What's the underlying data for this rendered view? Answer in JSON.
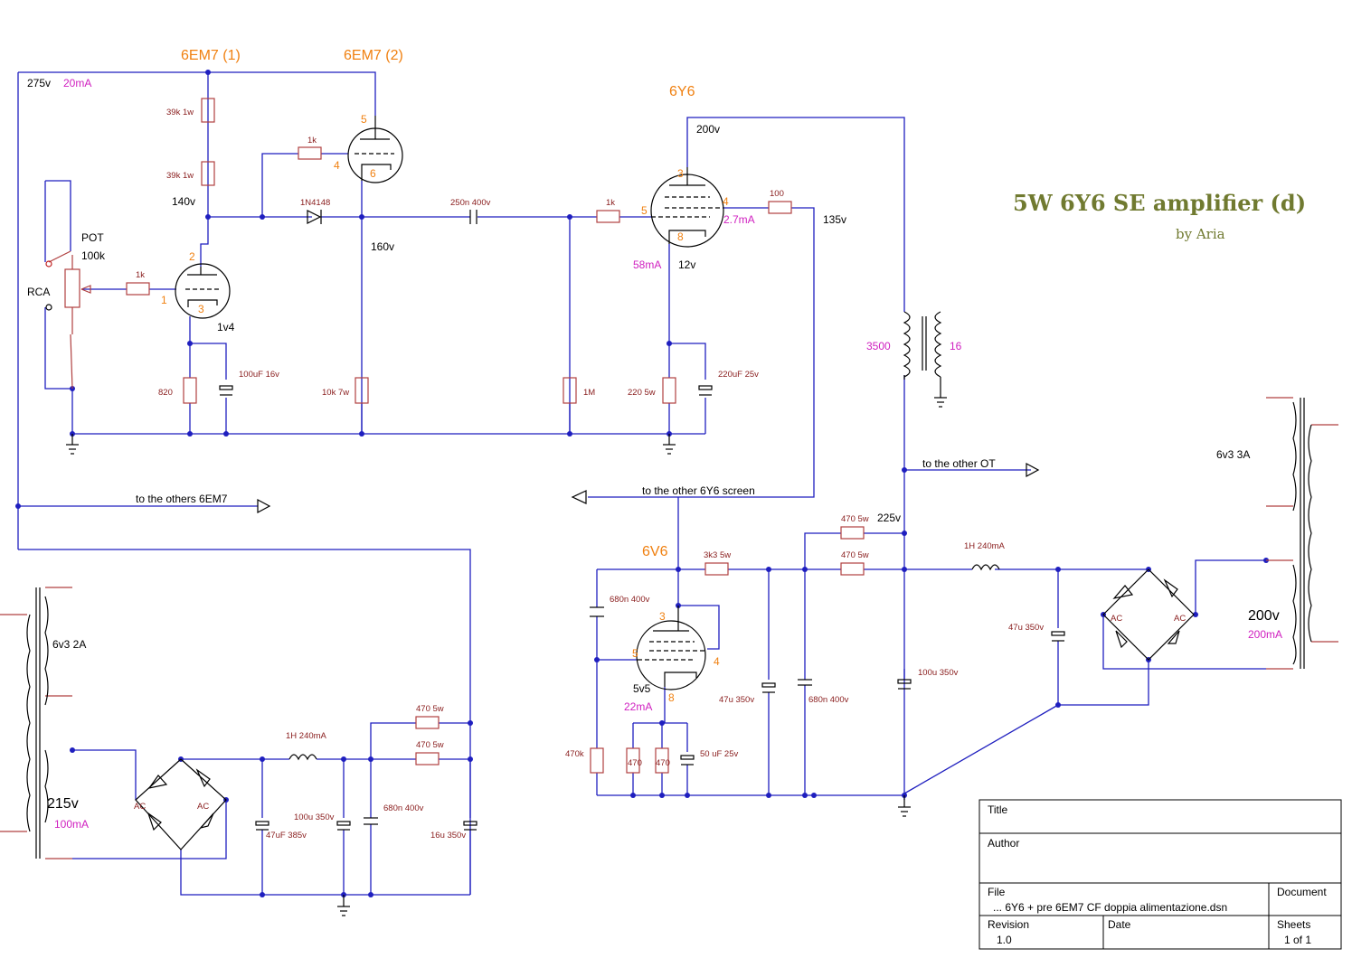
{
  "title": "5W 6Y6 SE amplifier (d)",
  "subtitle": "by Aria",
  "tubes": {
    "t1": "6EM7 (1)",
    "t2": "6EM7 (2)",
    "t3": "6Y6",
    "t4": "6V6"
  },
  "pins": {
    "t1_grid": "1",
    "t1_plate": "2",
    "t1_cath": "3",
    "t2_plate": "5",
    "t2_grid": "4",
    "t2_cath": "6",
    "t3_plate": "3",
    "t3_grid": "5",
    "t3_screen": "4",
    "t3_cath": "8",
    "t4_plate": "3",
    "t4_grid": "5",
    "t4_screen": "4",
    "t4_cath": "8"
  },
  "voltages": {
    "v275": "275v",
    "v140": "140v",
    "v160": "160v",
    "v1v4": "1v4",
    "v200": "200v",
    "v135": "135v",
    "v12": "12v",
    "v225": "225v",
    "v5v5": "5v5",
    "v215": "215v",
    "v200b": "200v"
  },
  "currents": {
    "i20": "20mA",
    "i27": "2.7mA",
    "i58": "58mA",
    "i22": "22mA",
    "i100": "100mA",
    "i200": "200mA"
  },
  "components": {
    "r39k_a": "39k 1w",
    "r39k_b": "39k 1w",
    "r1k_a": "1k",
    "r1k_b": "1k",
    "r1k_c": "1k",
    "d1": "1N4148",
    "c250": "250n 400v",
    "r100": "100",
    "r820": "820",
    "c100u": "100uF 16v",
    "r10k": "10k 7w",
    "r1m": "1M",
    "r220": "220 5w",
    "c220u": "220uF 25v",
    "r3k3": "3k3 5w",
    "c680a": "680n 400v",
    "r470k": "470k",
    "r470a": "470",
    "r470b": "470",
    "c50u": "50 uF 25v",
    "c47u350": "47u 350v",
    "c680b": "680n 400v",
    "r470_5w_a": "470 5w",
    "r470_5w_b": "470 5w",
    "l1": "1H 240mA",
    "c100u350": "100u 350v",
    "c47u350b": "47u 350v",
    "l2": "1H 240mA",
    "r470_5w_c": "470 5w",
    "r470_5w_d": "470 5w",
    "c47u385": "47uF 385v",
    "c100u350b": "100u 350v",
    "c680c": "680n 400v",
    "c16u": "16u 350v",
    "pot": "POT",
    "pot_val": "100k",
    "rca": "RCA",
    "ot_pri": "3500",
    "ot_sec": "16",
    "tr1_fil": "6v3 2A",
    "tr2_fil": "6v3 3A",
    "ac": "AC"
  },
  "arrows": {
    "others_6em7": "to the others 6EM7",
    "other_screen": "to the other 6Y6 screen",
    "other_ot": "to the other OT"
  },
  "title_block": {
    "title_label": "Title",
    "author_label": "Author",
    "file_label": "File",
    "file_value": "... 6Y6 + pre 6EM7 CF  doppia alimentazione.dsn",
    "document_label": "Document",
    "revision_label": "Revision",
    "revision_value": "1.0",
    "date_label": "Date",
    "sheets_label": "Sheets",
    "sheets_value": "1 of 1"
  }
}
